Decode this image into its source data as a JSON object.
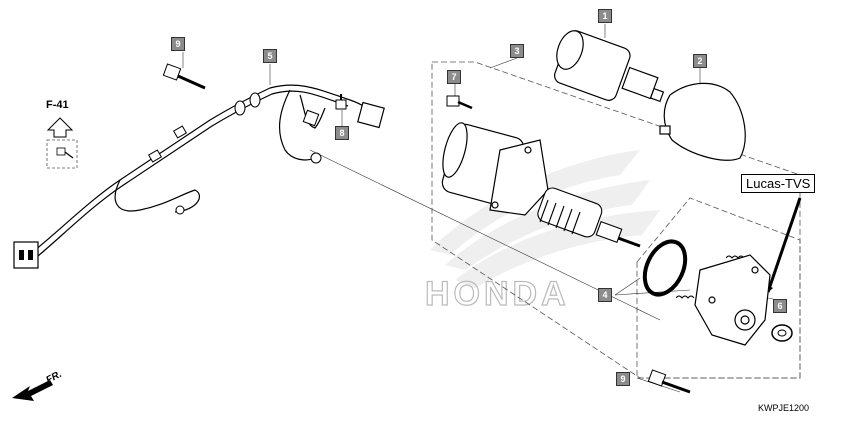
{
  "reference_label": "F-41",
  "diagram_code": "KWPJE1200",
  "brand_tag": "Lucas-TVS",
  "direction_label": "FR.",
  "watermark": "HONDA",
  "callouts": [
    {
      "id": "c9a",
      "num": "9"
    },
    {
      "id": "c5",
      "num": "5"
    },
    {
      "id": "c7",
      "num": "7"
    },
    {
      "id": "c3",
      "num": "3"
    },
    {
      "id": "c1",
      "num": "1"
    },
    {
      "id": "c2",
      "num": "2"
    },
    {
      "id": "c8",
      "num": "8"
    },
    {
      "id": "c4",
      "num": "4"
    },
    {
      "id": "c6",
      "num": "6"
    },
    {
      "id": "c9b",
      "num": "9"
    }
  ]
}
